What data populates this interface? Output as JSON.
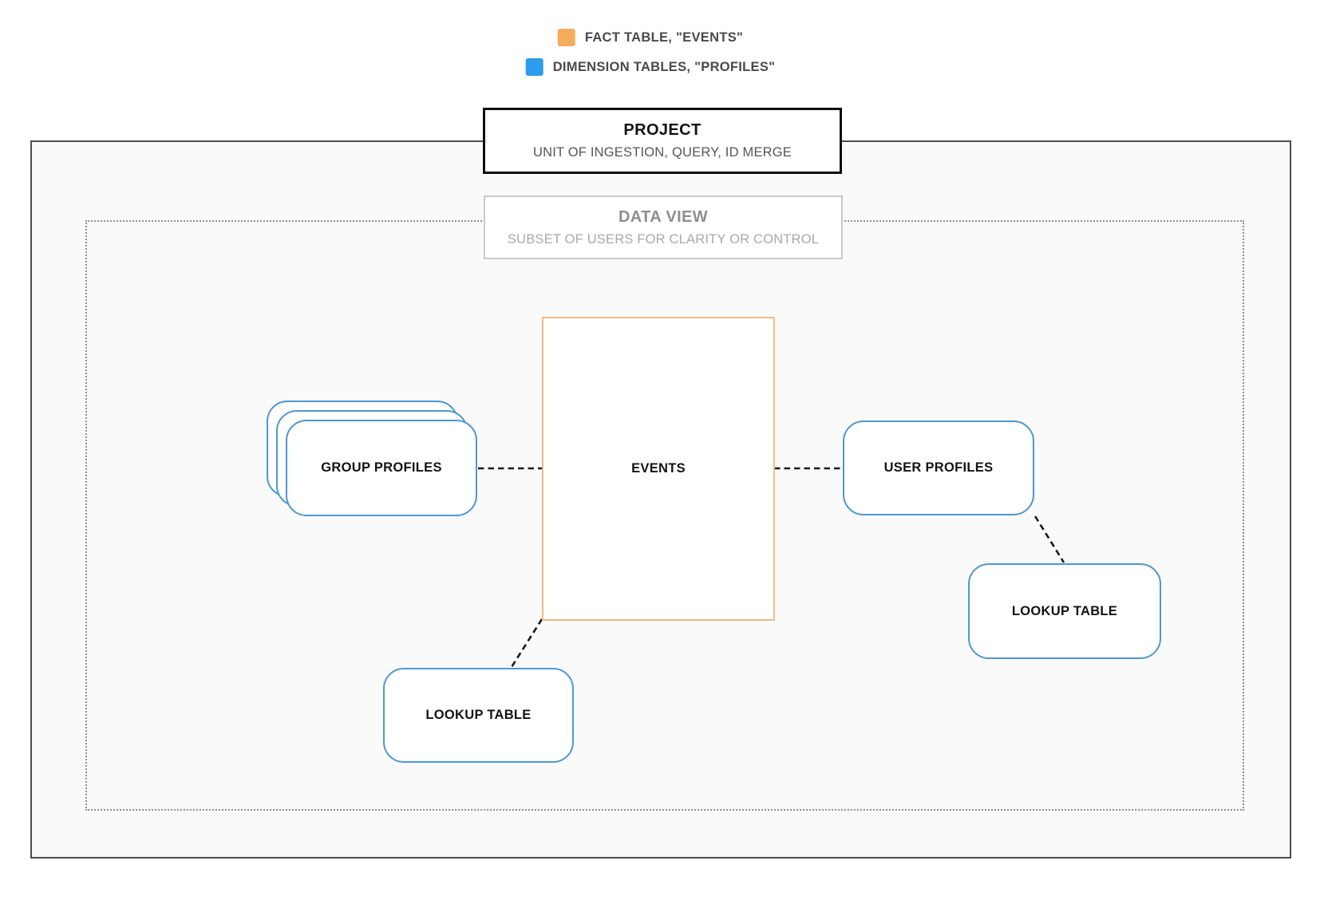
{
  "colors": {
    "fact": "#F6AC5C",
    "dimension": "#2E9CEE",
    "fact-border": "#EABD85",
    "dimension-border": "#4E97D2",
    "canvas-bg": "#FAFAFA",
    "outer-border": "#4D4D4D",
    "dotted-border": "#8F8F8F",
    "connector": "#1A1A1A",
    "muted-title": "#8E8E8E",
    "muted-subtitle": "#A9A9A9",
    "subtitle": "#555555",
    "text": "#131313",
    "legend-text": "#4A4A4A"
  },
  "legend": {
    "items": [
      {
        "label": "FACT TABLE, \"EVENTS\"",
        "swatch": "fact"
      },
      {
        "label": "DIMENSION TABLES, \"PROFILES\"",
        "swatch": "dimension"
      }
    ]
  },
  "project": {
    "title": "PROJECT",
    "subtitle": "UNIT OF INGESTION, QUERY, ID MERGE"
  },
  "data_view": {
    "title": "DATA VIEW",
    "subtitle": "SUBSET OF USERS FOR CLARITY OR CONTROL"
  },
  "nodes": {
    "events": {
      "label": "EVENTS",
      "type": "fact"
    },
    "group_profiles": {
      "label": "GROUP PROFILES",
      "type": "dimension",
      "stacked": true
    },
    "user_profiles": {
      "label": "USER PROFILES",
      "type": "dimension"
    },
    "lookup_table_right": {
      "label": "LOOKUP TABLE",
      "type": "dimension"
    },
    "lookup_table_bottom": {
      "label": "LOOKUP TABLE",
      "type": "dimension"
    }
  },
  "edges": [
    {
      "from": "group_profiles",
      "to": "events",
      "style": "dashed"
    },
    {
      "from": "events",
      "to": "user_profiles",
      "style": "dashed"
    },
    {
      "from": "user_profiles",
      "to": "lookup_table_right",
      "style": "dashed"
    },
    {
      "from": "events",
      "to": "lookup_table_bottom",
      "style": "dashed"
    }
  ]
}
